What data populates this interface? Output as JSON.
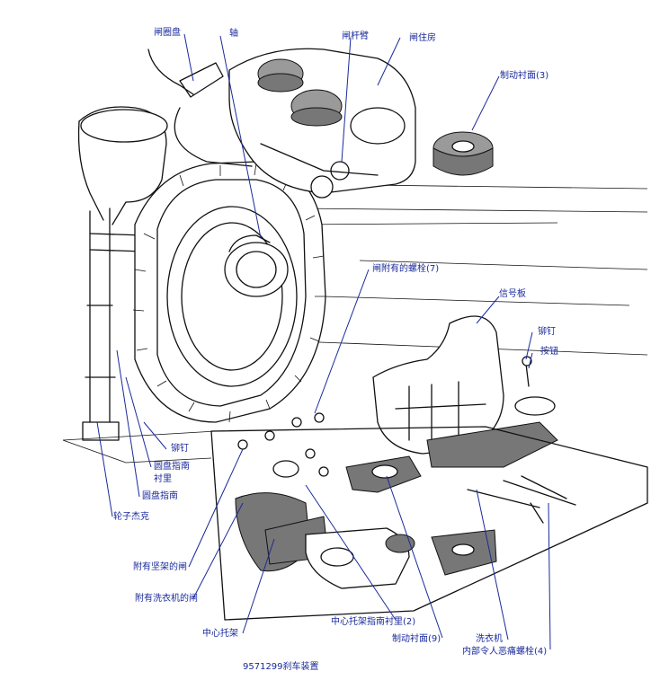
{
  "labels": {
    "brake_disc": "闸圈盘",
    "shaft": "轴",
    "brake_arm": "闸杆臂",
    "brake_housing": "闸住房",
    "brake_lining_3": "制动衬面(3)",
    "lock_bolt_7": "闸附有的螺栓(7)",
    "signal_plate": "信号板",
    "rivet_right": "铆钉",
    "knob": "按钮",
    "rivet_left": "铆钉",
    "disc_guide_inner": "圆盘指南",
    "disc_guide_inner_2": "衬里",
    "disc_guide": "圆盘指南",
    "wheel_jack": "轮子杰克",
    "bracket_brake": "附有坚架的闸",
    "washer_brake": "附有洗衣机的闸",
    "center_bracket": "中心托架",
    "center_bracket_guide_2": "中心托架指南衬里(2)",
    "brake_lining_9": "制动衬面(9)",
    "washer": "洗衣机",
    "inner_bolt_4": "内部令人恶痛螺栓(4)"
  },
  "caption": "9571299刹车装置",
  "colors": {
    "label": "#1a2a9a",
    "ink": "#111111",
    "lining": "#777777"
  }
}
